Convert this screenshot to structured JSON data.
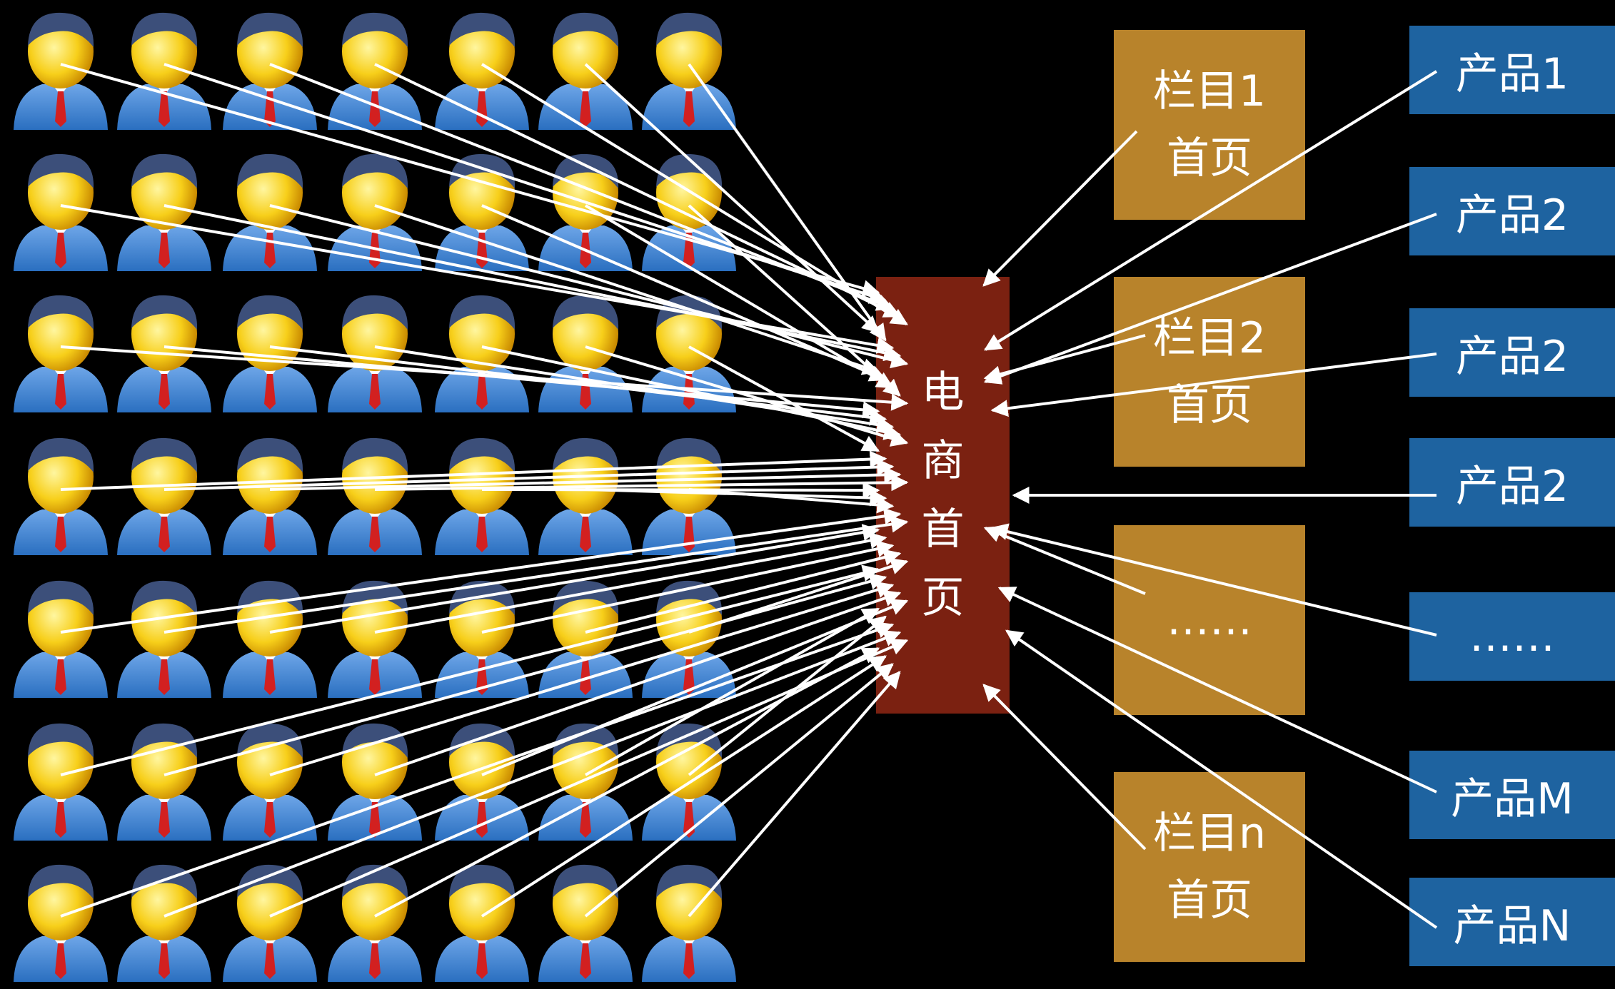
{
  "hub": {
    "chars": [
      "电",
      "商",
      "首",
      "页"
    ]
  },
  "categories": [
    {
      "line1": "栏目1",
      "line2": "首页"
    },
    {
      "line1": "栏目2",
      "line2": "首页"
    },
    {
      "line1": "……",
      "line2": ""
    },
    {
      "line1": "栏目n",
      "line2": "首页"
    }
  ],
  "products": [
    "产品1",
    "产品2",
    "产品2",
    "产品2",
    "……",
    "产品M",
    "产品N"
  ],
  "users": {
    "rows": 7,
    "cols": 7,
    "icon": "user-avatar-icon"
  },
  "colors": {
    "background": "#000000",
    "hub": "#7b2111",
    "category": "#b8832b",
    "product": "#1e63a0",
    "arrow": "#ffffff",
    "face": "#f7cf1a",
    "suit": "#2a6fc0",
    "tie": "#d22020"
  }
}
